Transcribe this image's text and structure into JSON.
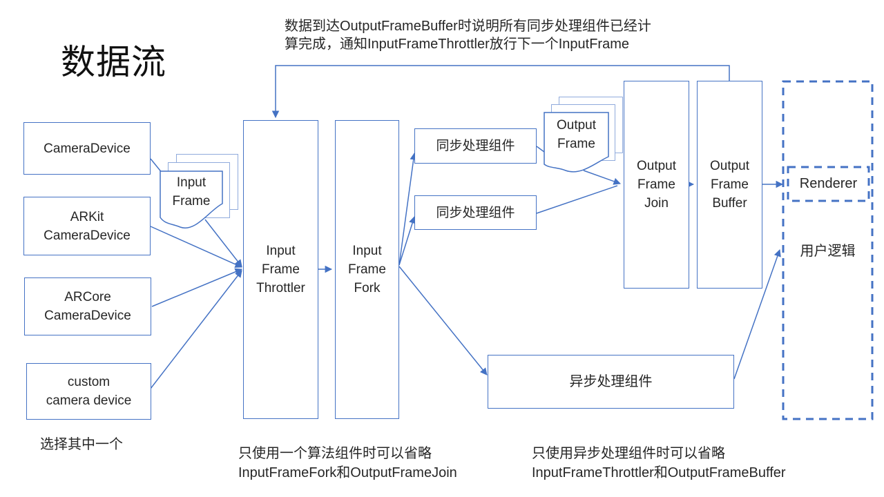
{
  "title": "数据流",
  "annotation": {
    "line1": "数据到达OutputFrameBuffer时说明所有同步处理组件已经计",
    "line2": "算完成，通知InputFrameThrottler放行下一个InputFrame"
  },
  "nodes": {
    "camera_device": {
      "label": "CameraDevice"
    },
    "arkit": {
      "line1": "ARKit",
      "line2": "CameraDevice"
    },
    "arcore": {
      "line1": "ARCore",
      "line2": "CameraDevice"
    },
    "custom": {
      "line1": "custom",
      "line2": "camera device"
    },
    "input_frame": {
      "line1": "Input",
      "line2": "Frame"
    },
    "throttler": {
      "line1": "Input",
      "line2": "Frame",
      "line3": "Throttler"
    },
    "fork": {
      "line1": "Input",
      "line2": "Frame",
      "line3": "Fork"
    },
    "sync1": {
      "label": "同步处理组件"
    },
    "sync2": {
      "label": "同步处理组件"
    },
    "output_frame": {
      "line1": "Output",
      "line2": "Frame"
    },
    "join": {
      "line1": "Output",
      "line2": "Frame",
      "line3": "Join"
    },
    "buffer": {
      "line1": "Output",
      "line2": "Frame",
      "line3": "Buffer"
    },
    "async": {
      "label": "异步处理组件"
    },
    "renderer": {
      "label": "Renderer"
    },
    "user_logic": {
      "label": "用户逻辑"
    }
  },
  "notes": {
    "choose_one": "选择其中一个",
    "fork_note_line1": "只使用一个算法组件时可以省略",
    "fork_note_line2": "InputFrameFork和OutputFrameJoin",
    "async_note_line1": "只使用异步处理组件时可以省略",
    "async_note_line2": "InputFrameThrottler和OutputFrameBuffer"
  },
  "colors": {
    "line": "#4472C4",
    "back_page": "#8FAADC",
    "text": "#262626"
  }
}
